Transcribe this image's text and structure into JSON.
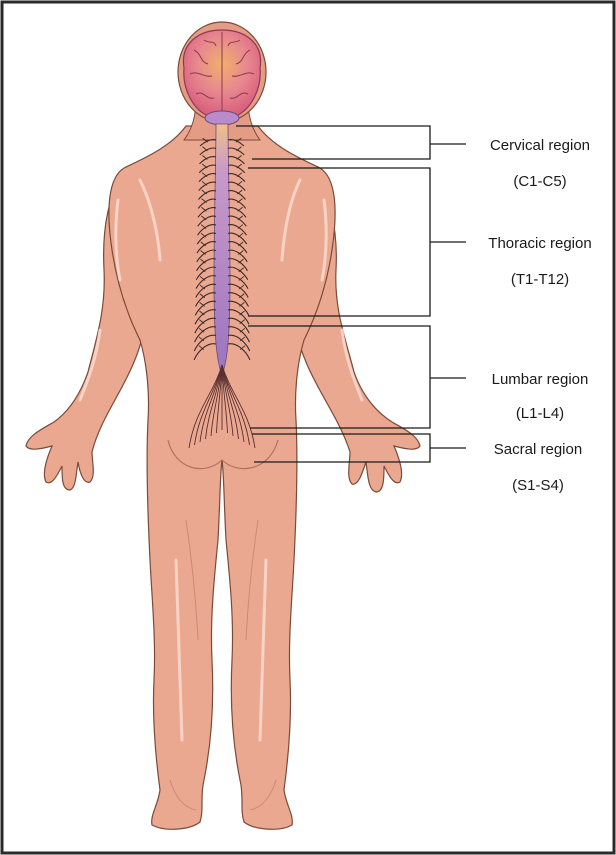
{
  "colors": {
    "border": "#2a2a2a",
    "skin": "#eba890",
    "skin_shadow": "#d88e75",
    "skin_highlight": "#f6cdbd",
    "brain": "#e2708a",
    "brain_top": "#f2a85a",
    "cord": "#a87fc6",
    "nerve": "#3a2a2a",
    "bracket": "#1a1a1a"
  },
  "regions": [
    {
      "name": "Cervical region",
      "range": "(C1-C5)"
    },
    {
      "name": "Thoracic region",
      "range": "(T1-T12)"
    },
    {
      "name": "Lumbar region",
      "range": "(L1-L4)"
    },
    {
      "name": "Sacral region",
      "range": "(S1-S4)"
    }
  ]
}
